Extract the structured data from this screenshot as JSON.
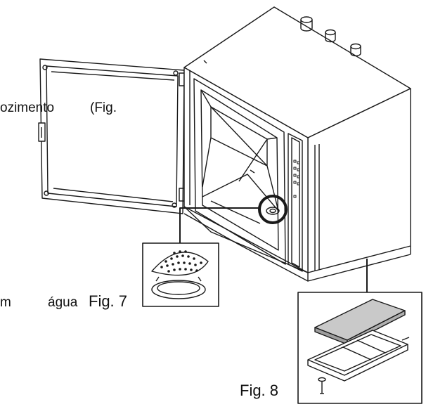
{
  "captions": {
    "cut_text_1": "ozimento",
    "cut_text_2": "(Fig.",
    "cut_text_3": "m",
    "cut_text_4": "água",
    "fig7": "Fig. 7",
    "fig8": "Fig. 8"
  },
  "colors": {
    "line": "#1a1a1a",
    "filter_fill": "#c9c9c9",
    "background": "#ffffff"
  },
  "icons": {
    "oven": "combi-oven-open-door",
    "drain_filter": "round-perforated-drain-filter",
    "air_filter": "rectangular-air-filter-with-frame"
  }
}
